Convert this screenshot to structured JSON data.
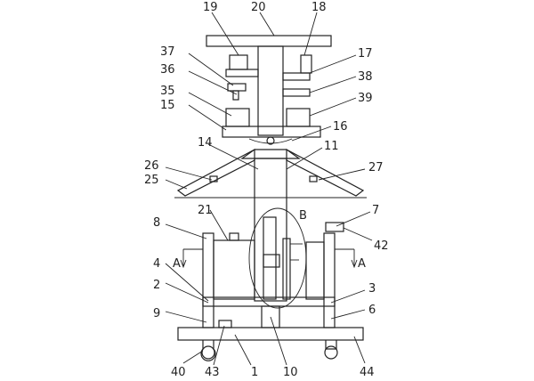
{
  "labels": {
    "l19": "19",
    "l20": "20",
    "l18": "18",
    "l37": "37",
    "l17": "17",
    "l36": "36",
    "l38": "38",
    "l35": "35",
    "l39": "39",
    "l15": "15",
    "l16": "16",
    "l14": "14",
    "l11": "11",
    "l26": "26",
    "l27": "27",
    "l25": "25",
    "l21": "21",
    "lB": "B",
    "l7": "7",
    "l8": "8",
    "l42": "42",
    "lA1": "A",
    "lA2": "A",
    "l4": "4",
    "l2": "2",
    "l3": "3",
    "l9": "9",
    "l6": "6",
    "l40": "40",
    "l43": "43",
    "l1": "1",
    "l10": "10",
    "l44": "44"
  },
  "colors": {
    "line": "#222222",
    "background": "#ffffff"
  }
}
